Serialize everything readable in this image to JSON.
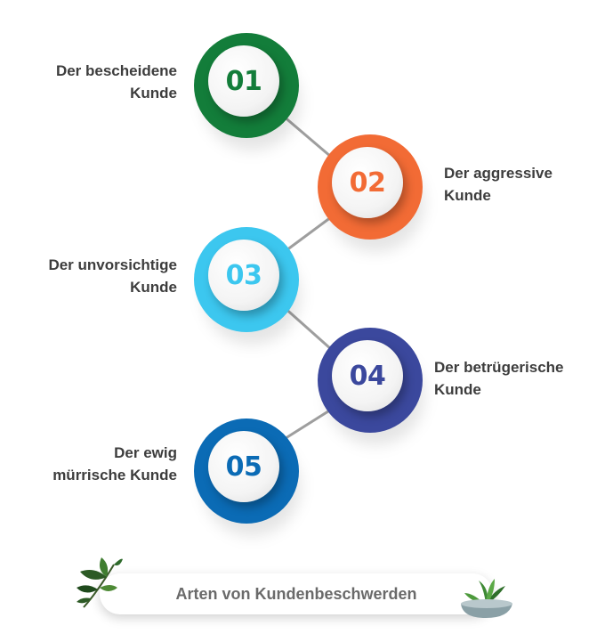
{
  "diagram": {
    "steps": [
      {
        "number": "01",
        "label_lines": [
          "Der bescheidene",
          "Kunde"
        ],
        "color": "#137d3a"
      },
      {
        "number": "02",
        "label_lines": [
          "Der aggressive",
          "Kunde"
        ],
        "color": "#f26b35"
      },
      {
        "number": "03",
        "label_lines": [
          "Der unvorsichtige",
          "Kunde"
        ],
        "color": "#3cc7ef"
      },
      {
        "number": "04",
        "label_lines": [
          "Der betrügerische",
          "Kunde"
        ],
        "color": "#3b489d"
      },
      {
        "number": "05",
        "label_lines": [
          "Der ewig",
          "mürrische Kunde"
        ],
        "color": "#0b6bb5"
      }
    ],
    "connector_color": "#9e9e9e",
    "banner": {
      "title": "Arten von Kundenbeschwerden"
    },
    "decorations": [
      "leaf-sprig-icon",
      "herb-bowl-icon"
    ]
  }
}
